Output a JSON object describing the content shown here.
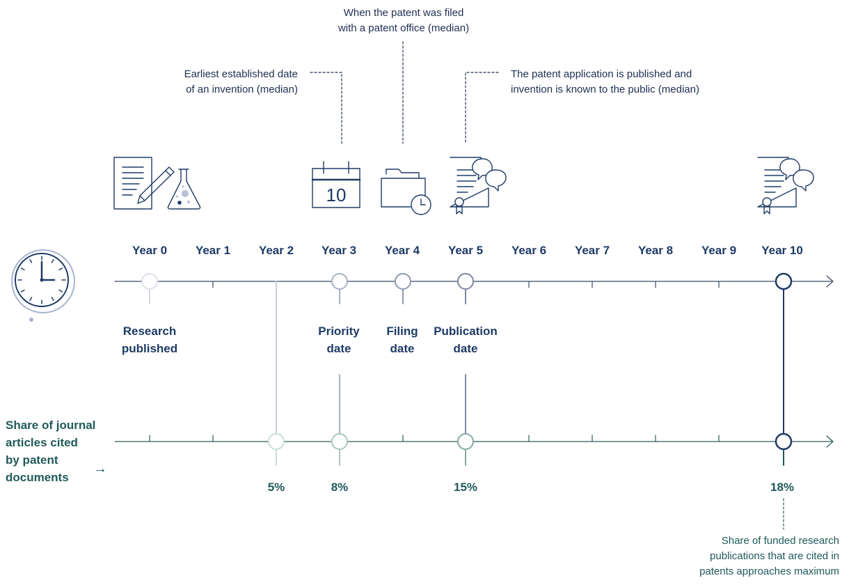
{
  "callouts": {
    "filed": [
      "When the patent was filed",
      "with a patent office (median)"
    ],
    "earliest": [
      "Earliest established date",
      "of an invention (median)"
    ],
    "published": [
      "The patent application is published and",
      "invention is known to the public (median)"
    ],
    "share_funded": [
      "Share of funded research",
      "publications that are cited in",
      "patents approaches maximum"
    ]
  },
  "years": [
    "Year 0",
    "Year 1",
    "Year 2",
    "Year 3",
    "Year 4",
    "Year 5",
    "Year 6",
    "Year 7",
    "Year 8",
    "Year 9",
    "Year 10"
  ],
  "events": {
    "research": [
      "Research",
      "published"
    ],
    "priority": [
      "Priority",
      "date"
    ],
    "filing": [
      "Filing",
      "date"
    ],
    "publication": [
      "Publication",
      "date"
    ]
  },
  "share_label": [
    "Share of journal",
    "articles cited",
    "by patent",
    "documents"
  ],
  "share_arrow": "→",
  "calendar_day": "10",
  "percentages": [
    {
      "year": 2,
      "value": "5%"
    },
    {
      "year": 3,
      "value": "8%"
    },
    {
      "year": 5,
      "value": "15%"
    },
    {
      "year": 10,
      "value": "18%"
    }
  ],
  "colors": {
    "navy": "#1e3a66",
    "teal": "#1f5a59",
    "line_top": "#3c4a66",
    "line_bottom": "#2e5a57"
  }
}
